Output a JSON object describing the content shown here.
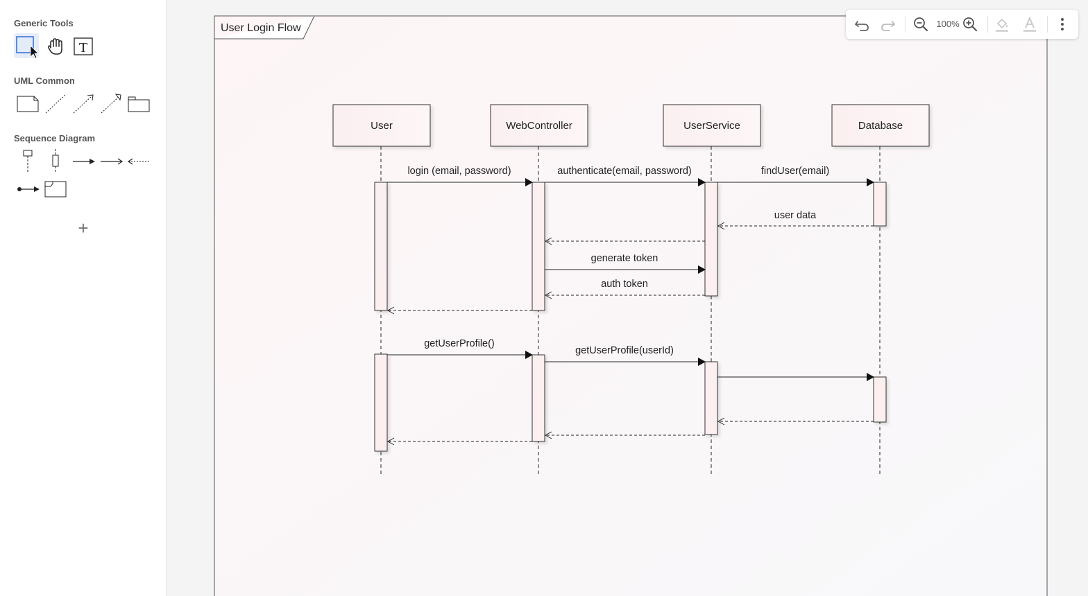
{
  "palette": {
    "generic_title": "Generic Tools",
    "uml_title": "UML Common",
    "sequence_title": "Sequence Diagram",
    "generic_tools": [
      "select-tool",
      "hand-tool",
      "text-tool"
    ],
    "uml_tools": [
      "note-tool",
      "dependency-tool",
      "association-tool",
      "directed-association-tool",
      "package-tool"
    ],
    "sequence_tools": [
      "lifeline-tool",
      "activation-tool",
      "sync-message-tool",
      "async-message-tool",
      "return-message-tool",
      "found-message-tool",
      "frame-tool"
    ],
    "add_label": "+"
  },
  "toolbar": {
    "zoom": "100%",
    "icons": [
      "undo-icon",
      "redo-icon",
      "zoom-out-icon",
      "zoom-in-icon",
      "fill-color-icon",
      "text-color-icon",
      "more-vert-icon"
    ]
  },
  "diagram": {
    "frame_title": "User Login Flow",
    "lifelines": [
      "User",
      "WebController",
      "UserService",
      "Database"
    ],
    "messages": [
      "login (email, password)",
      "authenticate(email, password)",
      "findUser(email)",
      "user data",
      "generate token",
      "auth token",
      "getUserProfile()",
      "getUserProfile(userId)"
    ]
  },
  "colors": {
    "accent": "#2f6bd6",
    "selected_bg": "#e6edf8",
    "shape_fill": "#fbeff0",
    "stroke": "#222222"
  }
}
